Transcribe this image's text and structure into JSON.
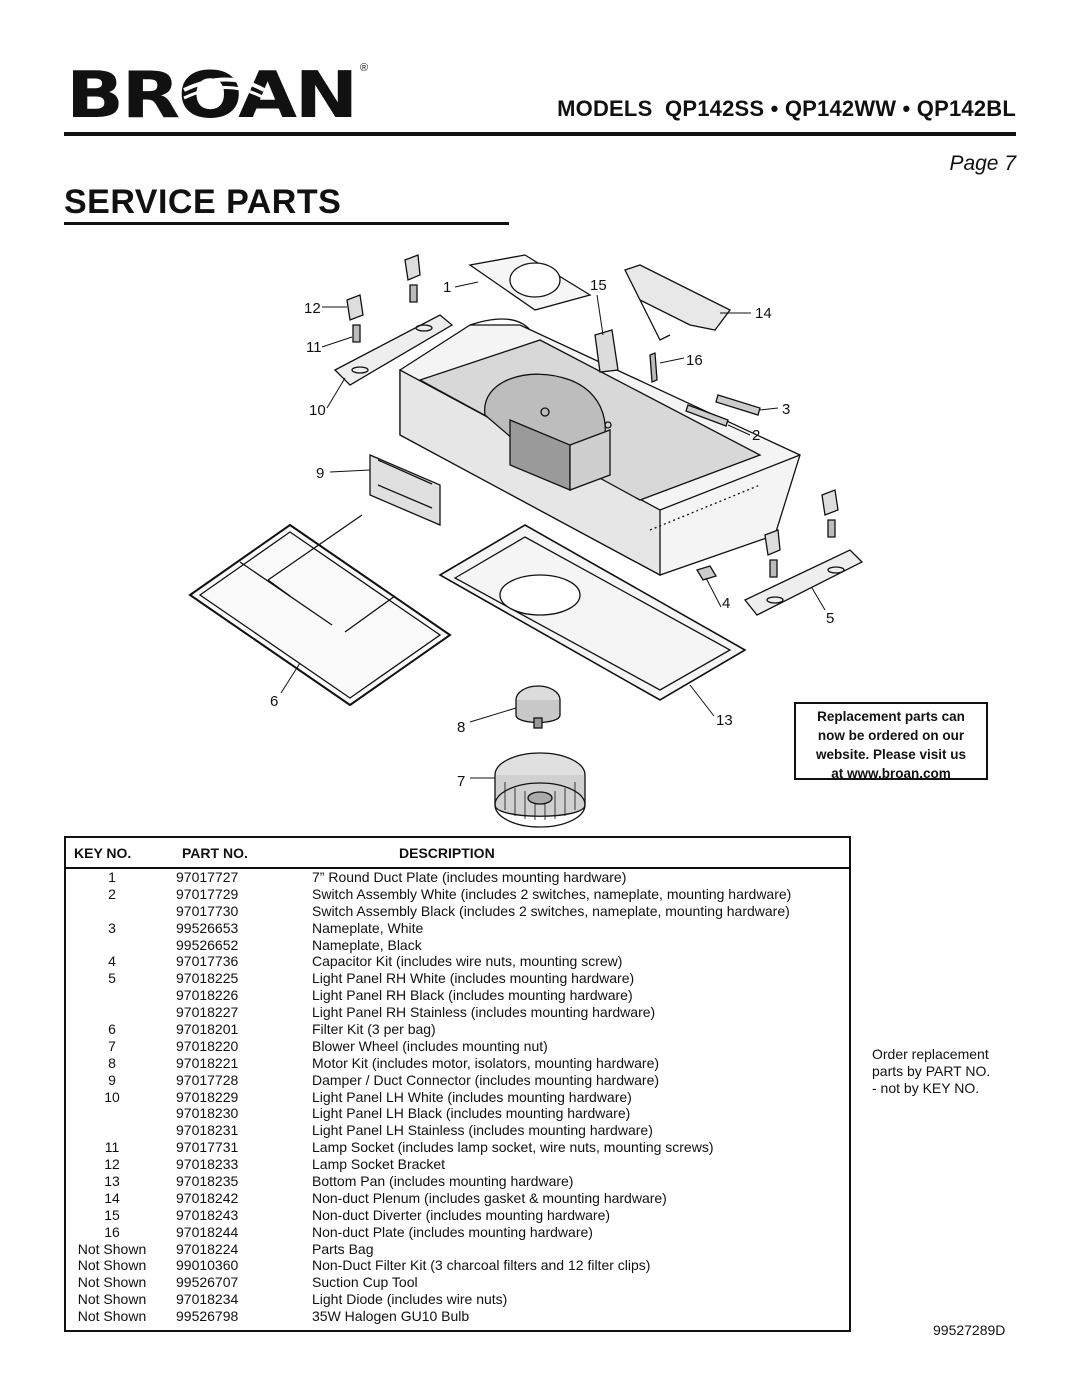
{
  "brand": {
    "name": "BROAN",
    "registered": "®"
  },
  "header": {
    "models": "MODELS  QP142SS • QP142WW • QP142BL",
    "page": "Page 7"
  },
  "title": "SERVICE PARTS",
  "diagram": {
    "callouts": [
      "1",
      "2",
      "3",
      "4",
      "5",
      "6",
      "7",
      "8",
      "9",
      "10",
      "11",
      "12",
      "13",
      "14",
      "15",
      "16"
    ]
  },
  "notice": {
    "line1": "Replacement parts can",
    "line2": "now be ordered on our",
    "line3": "website. Please visit us",
    "line4_prefix": "at ",
    "link": "www.broan.com"
  },
  "table": {
    "headers": {
      "key": "KEY NO.",
      "part": "PART NO.",
      "desc": "DESCRIPTION"
    },
    "rows": [
      {
        "key": "1",
        "part": "97017727",
        "desc": "7” Round Duct Plate (includes mounting hardware)"
      },
      {
        "key": "2",
        "part": "97017729",
        "desc": "Switch Assembly White (includes 2 switches, nameplate, mounting hardware)"
      },
      {
        "key": "",
        "part": "97017730",
        "desc": "Switch Assembly Black (includes 2 switches, nameplate, mounting hardware)"
      },
      {
        "key": "3",
        "part": "99526653",
        "desc": "Nameplate, White"
      },
      {
        "key": "",
        "part": "99526652",
        "desc": "Nameplate, Black"
      },
      {
        "key": "4",
        "part": "97017736",
        "desc": "Capacitor Kit (includes wire nuts, mounting screw)"
      },
      {
        "key": "5",
        "part": "97018225",
        "desc": "Light Panel RH White (includes mounting hardware)"
      },
      {
        "key": "",
        "part": "97018226",
        "desc": "Light Panel RH Black (includes mounting hardware)"
      },
      {
        "key": "",
        "part": "97018227",
        "desc": "Light Panel RH Stainless (includes mounting hardware)"
      },
      {
        "key": "6",
        "part": "97018201",
        "desc": "Filter Kit (3 per bag)"
      },
      {
        "key": "7",
        "part": "97018220",
        "desc": "Blower Wheel (includes mounting nut)"
      },
      {
        "key": "8",
        "part": "97018221",
        "desc": "Motor Kit (includes motor, isolators, mounting hardware)"
      },
      {
        "key": "9",
        "part": "97017728",
        "desc": "Damper / Duct Connector (includes mounting hardware)"
      },
      {
        "key": "10",
        "part": "97018229",
        "desc": "Light Panel LH White (includes mounting hardware)"
      },
      {
        "key": "",
        "part": "97018230",
        "desc": "Light Panel LH Black (includes mounting hardware)"
      },
      {
        "key": "",
        "part": "97018231",
        "desc": "Light Panel LH Stainless (includes mounting hardware)"
      },
      {
        "key": "11",
        "part": "97017731",
        "desc": "Lamp Socket (includes lamp socket, wire nuts, mounting screws)"
      },
      {
        "key": "12",
        "part": "97018233",
        "desc": "Lamp Socket Bracket"
      },
      {
        "key": "13",
        "part": "97018235",
        "desc": "Bottom Pan (includes mounting hardware)"
      },
      {
        "key": "14",
        "part": "97018242",
        "desc": "Non-duct Plenum (includes gasket & mounting hardware)"
      },
      {
        "key": "15",
        "part": "97018243",
        "desc": "Non-duct Diverter (includes mounting hardware)"
      },
      {
        "key": "16",
        "part": "97018244",
        "desc": "Non-duct Plate (includes mounting hardware)"
      },
      {
        "key": "Not Shown",
        "part": "97018224",
        "desc": "Parts Bag"
      },
      {
        "key": "Not Shown",
        "part": "99010360",
        "desc": "Non-Duct Filter Kit (3 charcoal filters and 12 filter clips)"
      },
      {
        "key": "Not Shown",
        "part": "99526707",
        "desc": "Suction Cup Tool"
      },
      {
        "key": "Not Shown",
        "part": "97018234",
        "desc": "Light Diode (includes wire nuts)"
      },
      {
        "key": "Not Shown",
        "part": "99526798",
        "desc": "35W Halogen GU10 Bulb"
      }
    ]
  },
  "order_note": {
    "line1": "Order replacement",
    "line2": "parts by PART NO.",
    "line3": "- not by KEY NO."
  },
  "doc_number": "99527289D"
}
